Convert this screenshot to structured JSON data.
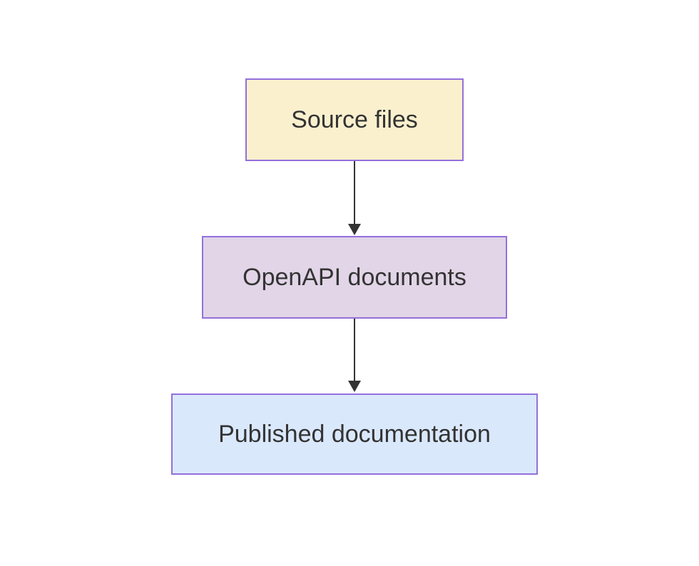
{
  "diagram": {
    "type": "flowchart",
    "direction": "top-down",
    "background_color": "#ffffff",
    "text_color": "#333333",
    "border_color": "#9370db",
    "arrow_color": "#333333",
    "nodes": [
      {
        "id": "source",
        "label": "Source files",
        "fill": "#faf0ce",
        "stroke": "#9370db",
        "text_color": "#333333"
      },
      {
        "id": "openapi",
        "label": "OpenAPI documents",
        "fill": "#e1d5e7",
        "stroke": "#9370db",
        "text_color": "#333333"
      },
      {
        "id": "published",
        "label": "Published documentation",
        "fill": "#dae8fc",
        "stroke": "#9370db",
        "text_color": "#333333"
      }
    ],
    "edges": [
      {
        "from": "source",
        "to": "openapi",
        "style": "solid-arrow"
      },
      {
        "from": "openapi",
        "to": "published",
        "style": "solid-arrow"
      }
    ]
  }
}
